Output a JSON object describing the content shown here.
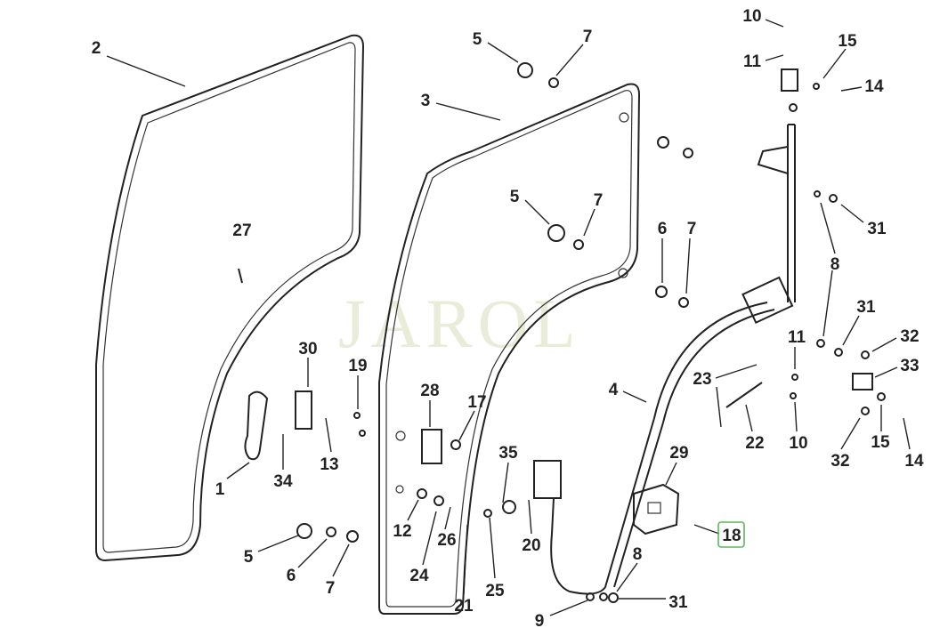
{
  "diagram": {
    "watermark": "JAROL",
    "highlighted_label": "18",
    "highlight_color": "#5cb85c",
    "callouts": [
      "2",
      "3",
      "5",
      "7",
      "10",
      "11",
      "15",
      "14",
      "5",
      "7",
      "6",
      "7",
      "31",
      "27",
      "8",
      "31",
      "11",
      "32",
      "33",
      "30",
      "19",
      "4",
      "23",
      "28",
      "17",
      "22",
      "10",
      "32",
      "15",
      "14",
      "13",
      "34",
      "1",
      "35",
      "29",
      "12",
      "26",
      "20",
      "18",
      "5",
      "6",
      "7",
      "24",
      "25",
      "8",
      "31",
      "21",
      "9"
    ]
  }
}
